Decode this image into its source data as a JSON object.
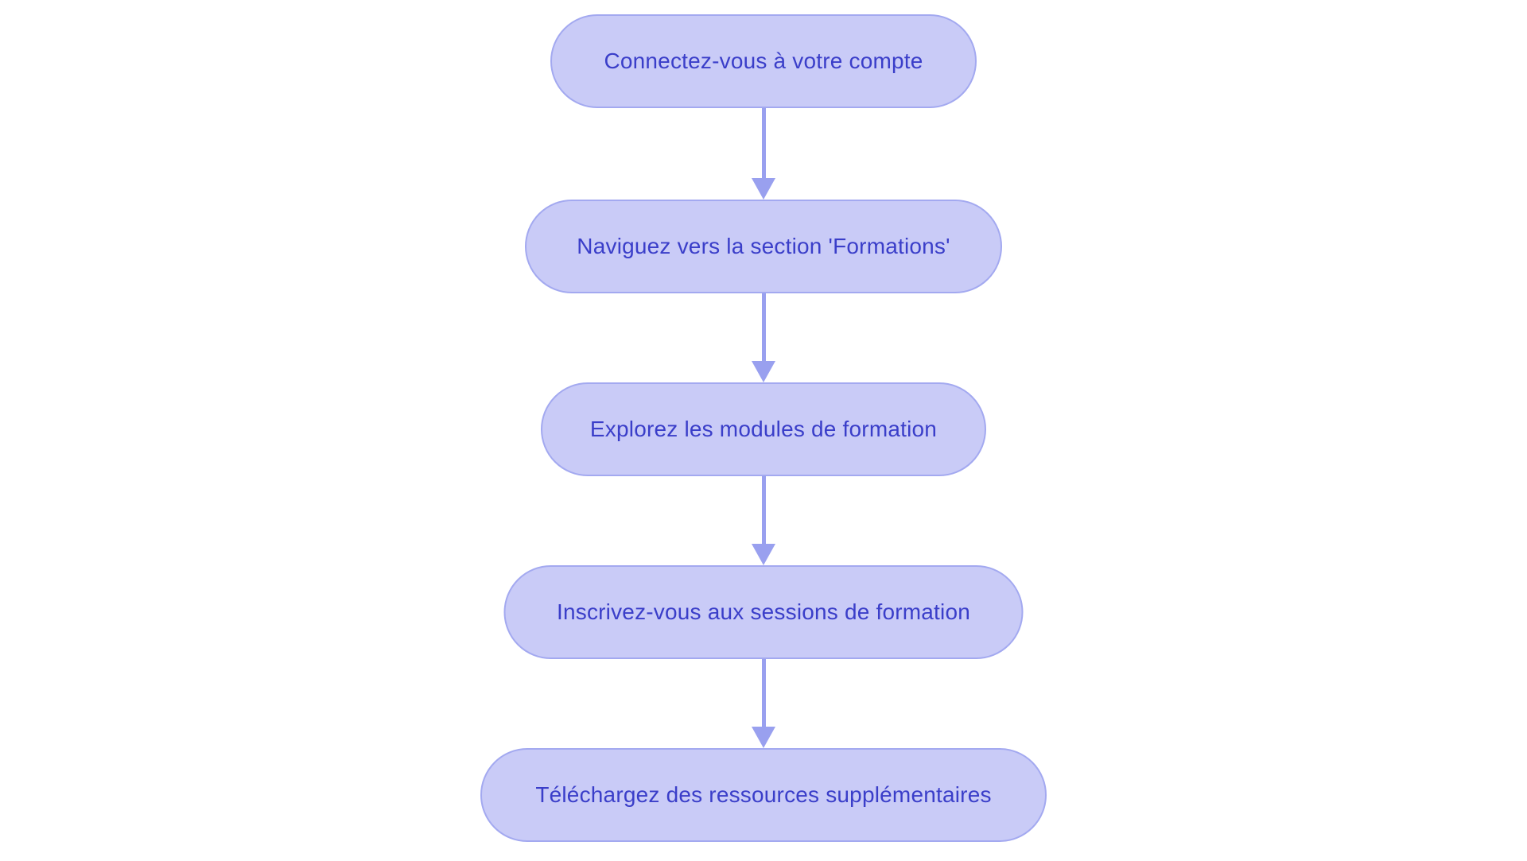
{
  "diagram": {
    "type": "flowchart",
    "direction": "top-down",
    "colors": {
      "background": "#ffffff",
      "node_fill": "#c9cbf7",
      "node_border": "#a3a9f0",
      "text": "#3a3ec9",
      "arrow": "#99a0ef"
    },
    "nodes": [
      {
        "id": "step-1",
        "label": "Connectez-vous à votre compte"
      },
      {
        "id": "step-2",
        "label": "Naviguez vers la section 'Formations'"
      },
      {
        "id": "step-3",
        "label": "Explorez les modules de formation"
      },
      {
        "id": "step-4",
        "label": "Inscrivez-vous aux sessions de formation"
      },
      {
        "id": "step-5",
        "label": "Téléchargez des ressources supplémentaires"
      }
    ],
    "edges": [
      {
        "from": "step-1",
        "to": "step-2"
      },
      {
        "from": "step-2",
        "to": "step-3"
      },
      {
        "from": "step-3",
        "to": "step-4"
      },
      {
        "from": "step-4",
        "to": "step-5"
      }
    ]
  }
}
